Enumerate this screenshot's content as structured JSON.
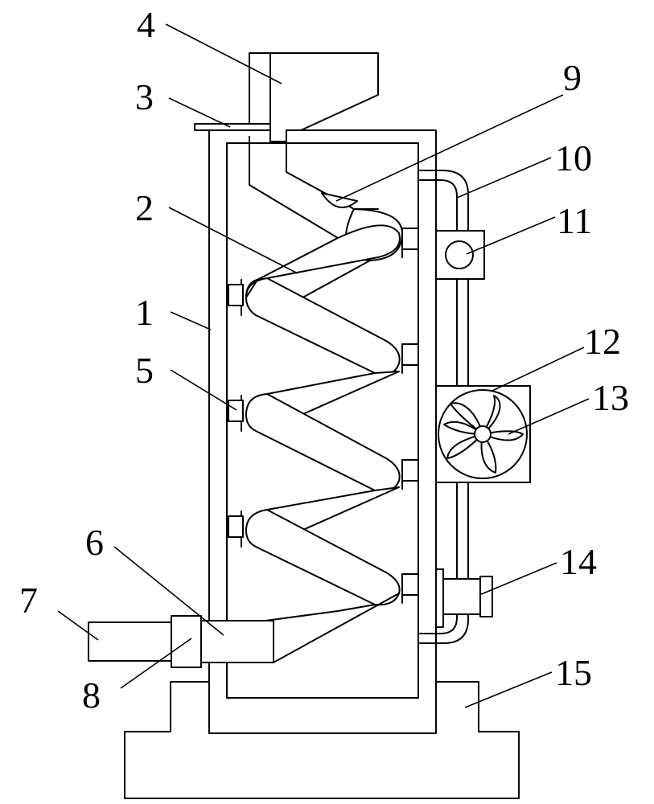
{
  "figure": {
    "labels": [
      {
        "id": "1",
        "text": "1"
      },
      {
        "id": "2",
        "text": "2"
      },
      {
        "id": "3",
        "text": "3"
      },
      {
        "id": "4",
        "text": "4"
      },
      {
        "id": "5",
        "text": "5"
      },
      {
        "id": "6",
        "text": "6"
      },
      {
        "id": "7",
        "text": "7"
      },
      {
        "id": "8",
        "text": "8"
      },
      {
        "id": "9",
        "text": "9"
      },
      {
        "id": "10",
        "text": "10"
      },
      {
        "id": "11",
        "text": "11"
      },
      {
        "id": "12",
        "text": "12"
      },
      {
        "id": "13",
        "text": "13"
      },
      {
        "id": "14",
        "text": "14"
      },
      {
        "id": "15",
        "text": "15"
      }
    ]
  }
}
